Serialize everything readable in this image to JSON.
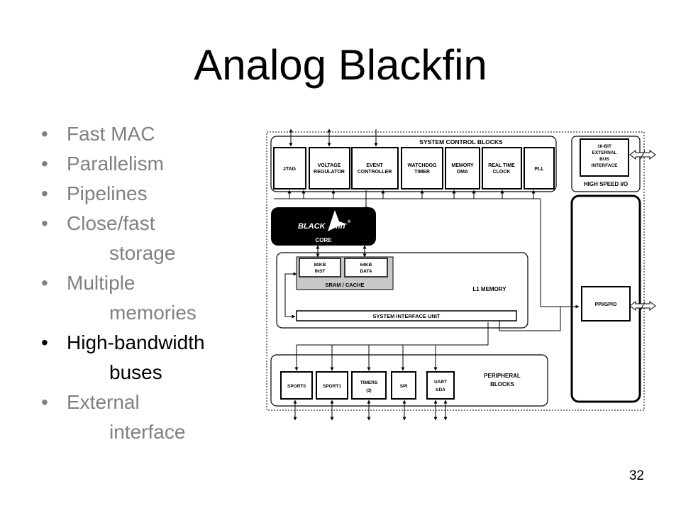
{
  "slide": {
    "title": "Analog Blackfin",
    "page_number": "32",
    "bullet_symbol": "•",
    "bullets": [
      {
        "text": "Fast MAC",
        "state": "dim"
      },
      {
        "text": "Parallelism",
        "state": "dim"
      },
      {
        "text": "Pipelines",
        "state": "dim"
      },
      {
        "text": "Close/fast",
        "state": "dim"
      },
      {
        "text": "storage",
        "state": "dim",
        "continuation": true
      },
      {
        "text": "Multiple",
        "state": "dim"
      },
      {
        "text": "memories",
        "state": "dim",
        "continuation": true
      },
      {
        "text": "High-bandwidth",
        "state": "active"
      },
      {
        "text": "buses",
        "state": "active",
        "continuation": true
      },
      {
        "text": "External",
        "state": "dim"
      },
      {
        "text": "interface",
        "state": "dim",
        "continuation": true
      }
    ]
  },
  "colors": {
    "active_text": "#000000",
    "dim_text": "#808080",
    "core_fill": "#000000",
    "cache_fill": "#c8c8c8"
  },
  "diagram": {
    "system_control_label": "SYSTEM CONTROL BLOCKS",
    "control_blocks": {
      "jtag": "JTAG",
      "voltage_1": "VOLTAGE",
      "voltage_2": "REGULATOR",
      "event_1": "EVENT",
      "event_2": "CONTROLLER",
      "watchdog_1": "WATCHDOG",
      "watchdog_2": "TIMER",
      "memdma_1": "MEMORY",
      "memdma_2": "DMA",
      "rtc_1": "REAL TIME",
      "rtc_2": "CLOCK",
      "pll": "PLL"
    },
    "ext_bus": {
      "line1": "16-BIT",
      "line2": "EXTERNAL",
      "line3": "BUS",
      "line4": "INTERFACE"
    },
    "high_speed_io_label": "HIGH SPEED I/O",
    "core": {
      "logo_left": "BLACK",
      "logo_right": "fin",
      "logo_mark": "®",
      "label": "CORE"
    },
    "memory": {
      "inst_1": "80KB",
      "inst_2": "INST",
      "data_1": "64KB",
      "data_2": "DATA",
      "sram_label": "SRAM / CACHE",
      "l1_label": "L1 MEMORY",
      "siu_label": "SYSTEM INTERFACE UNIT"
    },
    "ppi_gpio": "PPI/GPIO",
    "peripheral_label_1": "PERIPHERAL",
    "peripheral_label_2": "BLOCKS",
    "peripherals": {
      "sport0": "SPORT0",
      "sport1": "SPORT1",
      "timers_1": "TIMERS",
      "timers_2": "(3)",
      "spi": "SPI",
      "uart_1": "UART",
      "uart_2": "IrDA"
    }
  }
}
